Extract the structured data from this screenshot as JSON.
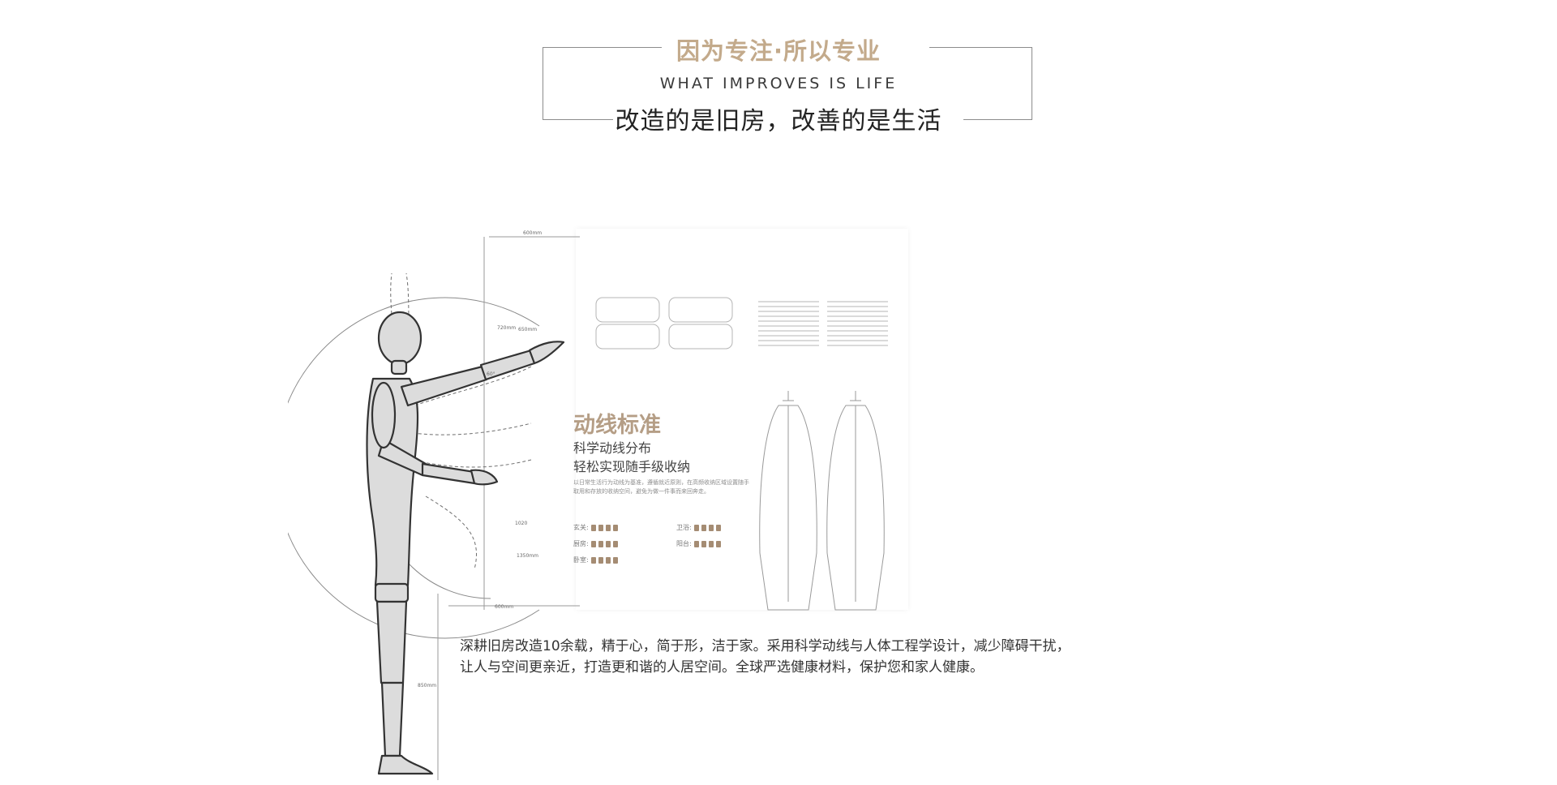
{
  "header": {
    "slogan": "因为专注·所以专业",
    "english": "WHAT IMPROVES IS LIFE",
    "tagline": "改造的是旧房，改善的是生活"
  },
  "feature": {
    "title": "动线标准",
    "subtitle_1": "科学动线分布",
    "subtitle_2": "轻松实现随手级收纳",
    "description": "以日常生活行为动线为基准，遵循就近原则，在高频收纳区域设置随手取用和存放的收纳空间，避免为做一件事而来回奔走。",
    "categories": [
      {
        "label": "玄关:"
      },
      {
        "label": "卫浴:"
      },
      {
        "label": "厨房:"
      },
      {
        "label": "阳台:"
      },
      {
        "label": "卧室:"
      }
    ],
    "dimensions": {
      "top_width": "600mm",
      "bottom_width": "600mm",
      "arc_label_1": "720mm",
      "arc_label_2": "650mm",
      "angle": "60°",
      "reach": "1350mm",
      "reach_2": "1020",
      "height": "850mm"
    }
  },
  "body": {
    "line_1": "深耕旧房改造10余载，精于心，简于形，洁于家。采用科学动线与人体工程学设计，减少障碍干扰，",
    "line_2": "让人与空间更亲近，打造更和谐的人居空间。全球严选健康材料，保护您和家人健康。"
  },
  "colors": {
    "accent": "#c3aa8b",
    "title_tan": "#b59e86",
    "text_dark": "#222222",
    "line_gray": "#8c8c8c"
  }
}
